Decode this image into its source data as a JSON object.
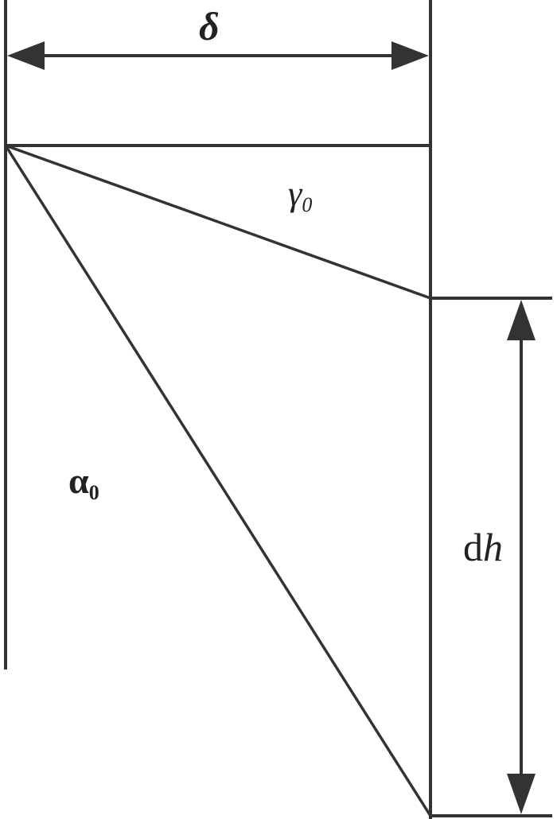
{
  "diagram": {
    "labels": {
      "delta": "δ",
      "gamma": "γ",
      "gamma_sub": "0",
      "alpha": "α",
      "alpha_sub": "0",
      "dh_d": "d",
      "dh_h": "h"
    },
    "colors": {
      "line": "#333333",
      "background": "#ffffff"
    }
  }
}
